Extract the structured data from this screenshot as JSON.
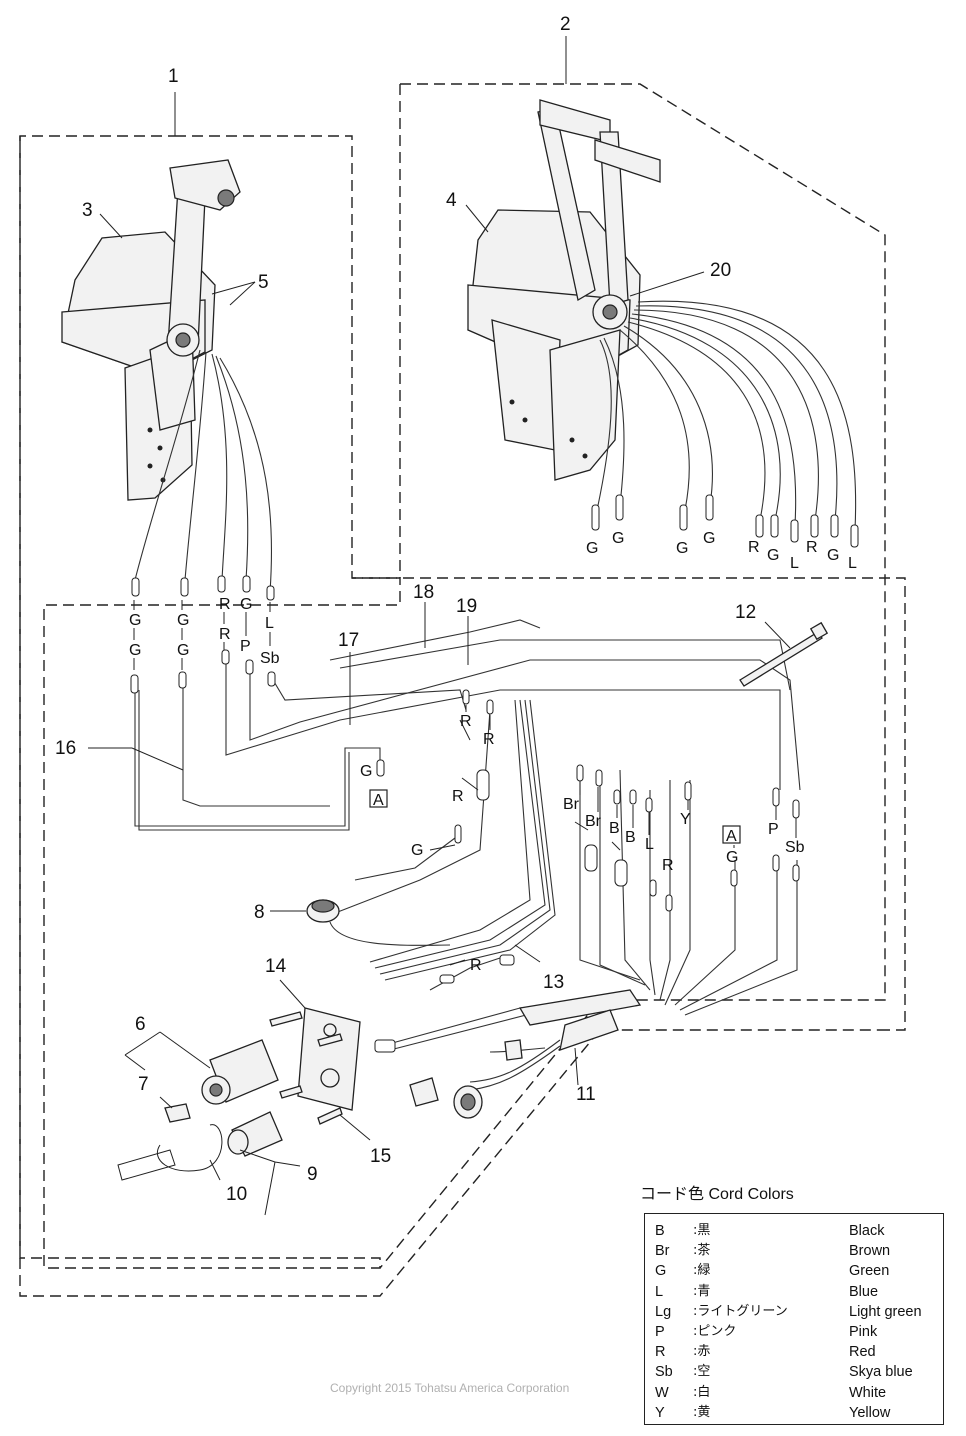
{
  "callouts": [
    "1",
    "2",
    "3",
    "4",
    "5",
    "6",
    "7",
    "8",
    "9",
    "10",
    "11",
    "12",
    "13",
    "14",
    "15",
    "16",
    "17",
    "18",
    "19",
    "20"
  ],
  "wire_labels": {
    "single_bottom": [
      "G",
      "G",
      "G",
      "G"
    ],
    "dual_bottom": [
      "R",
      "G",
      "L",
      "R",
      "G",
      "L"
    ],
    "top_row": [
      "G",
      "G",
      "G",
      "G",
      "R",
      "R",
      "G",
      "P",
      "L",
      "Sb"
    ],
    "middle": [
      "R",
      "R",
      "R",
      "G",
      "Br",
      "Br",
      "B",
      "B",
      "L",
      "R",
      "Y",
      "P",
      "Sb",
      "G",
      "G",
      "R"
    ],
    "boxed_ref": "A"
  },
  "legend": {
    "title": "コード色 Cord Colors",
    "rows": [
      {
        "code": "B",
        "jp": ":黒",
        "en": "Black"
      },
      {
        "code": "Br",
        "jp": ":茶",
        "en": "Brown"
      },
      {
        "code": "G",
        "jp": ":緑",
        "en": "Green"
      },
      {
        "code": "L",
        "jp": ":青",
        "en": "Blue"
      },
      {
        "code": "Lg",
        "jp": ":ライトグリーン",
        "en": "Light green"
      },
      {
        "code": "P",
        "jp": ":ピンク",
        "en": "Pink"
      },
      {
        "code": "R",
        "jp": ":赤",
        "en": "Red"
      },
      {
        "code": "Sb",
        "jp": ":空",
        "en": "Skya blue"
      },
      {
        "code": "W",
        "jp": ":白",
        "en": "White"
      },
      {
        "code": "Y",
        "jp": ":黄",
        "en": "Yellow"
      }
    ]
  },
  "copyright": "Copyright 2015 Tohatsu America Corporation"
}
